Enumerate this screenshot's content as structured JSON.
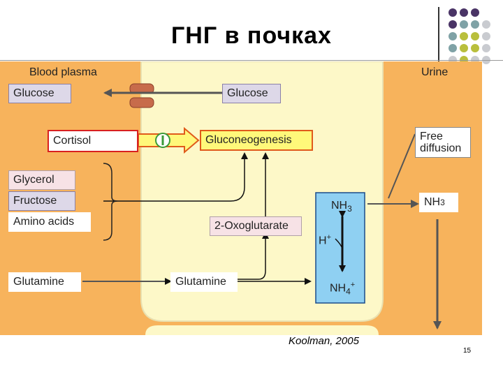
{
  "slide": {
    "title": "ГНГ в почках",
    "caption": "Koolman, 2005",
    "page_number": "15"
  },
  "regions": {
    "left_label": "Blood plasma",
    "right_label": "Urine"
  },
  "boxes": {
    "glucose_plasma": "Glucose",
    "glucose_cell": "Glucose",
    "cortisol": "Cortisol",
    "gluconeogenesis": "Gluconeogenesis",
    "free_diffusion": "Free diffusion",
    "glycerol": "Glycerol",
    "fructose": "Fructose",
    "amino_acids": "Amino acids",
    "oxoglutarate": "2-Oxoglutarate",
    "glutamine_plasma": "Glutamine",
    "glutamine_cell": "Glutamine",
    "nh3_urine": "NH",
    "nh3_urine_sub": "3"
  },
  "ammonia": {
    "nh3": "NH",
    "nh3_sub": "3",
    "proton": "H",
    "nh4": "NH",
    "nh4_sub": "4",
    "plus": "+"
  },
  "colors": {
    "plasma": "#f7b35c",
    "cell": "#fdf8c8",
    "urine": "#f7b35c",
    "ammonia_box": "#8fd0f2",
    "dot_purple": "#4a3466",
    "dot_teal": "#7fa2a6",
    "dot_olive": "#b9bf3c",
    "dot_grey": "#c9cbd0"
  }
}
